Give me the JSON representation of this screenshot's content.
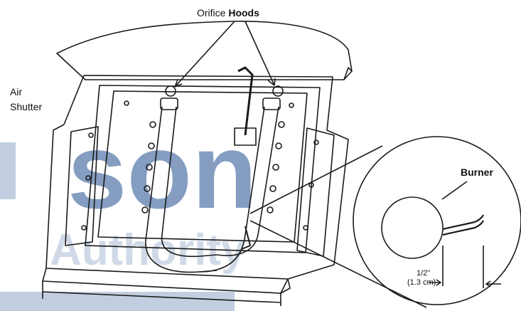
{
  "labels": {
    "orifice": "Orifice",
    "hoods": "Hoods",
    "air": "Air",
    "shutter": "Shutter",
    "burner": "Burner",
    "measure_in": "1/2\"",
    "measure_cm": "(1.3 cm)"
  },
  "watermark": {
    "line1": "son",
    "line2": "Authority"
  },
  "colors": {
    "line": "#1a1a1a",
    "watermark": "#4a6fa5"
  }
}
